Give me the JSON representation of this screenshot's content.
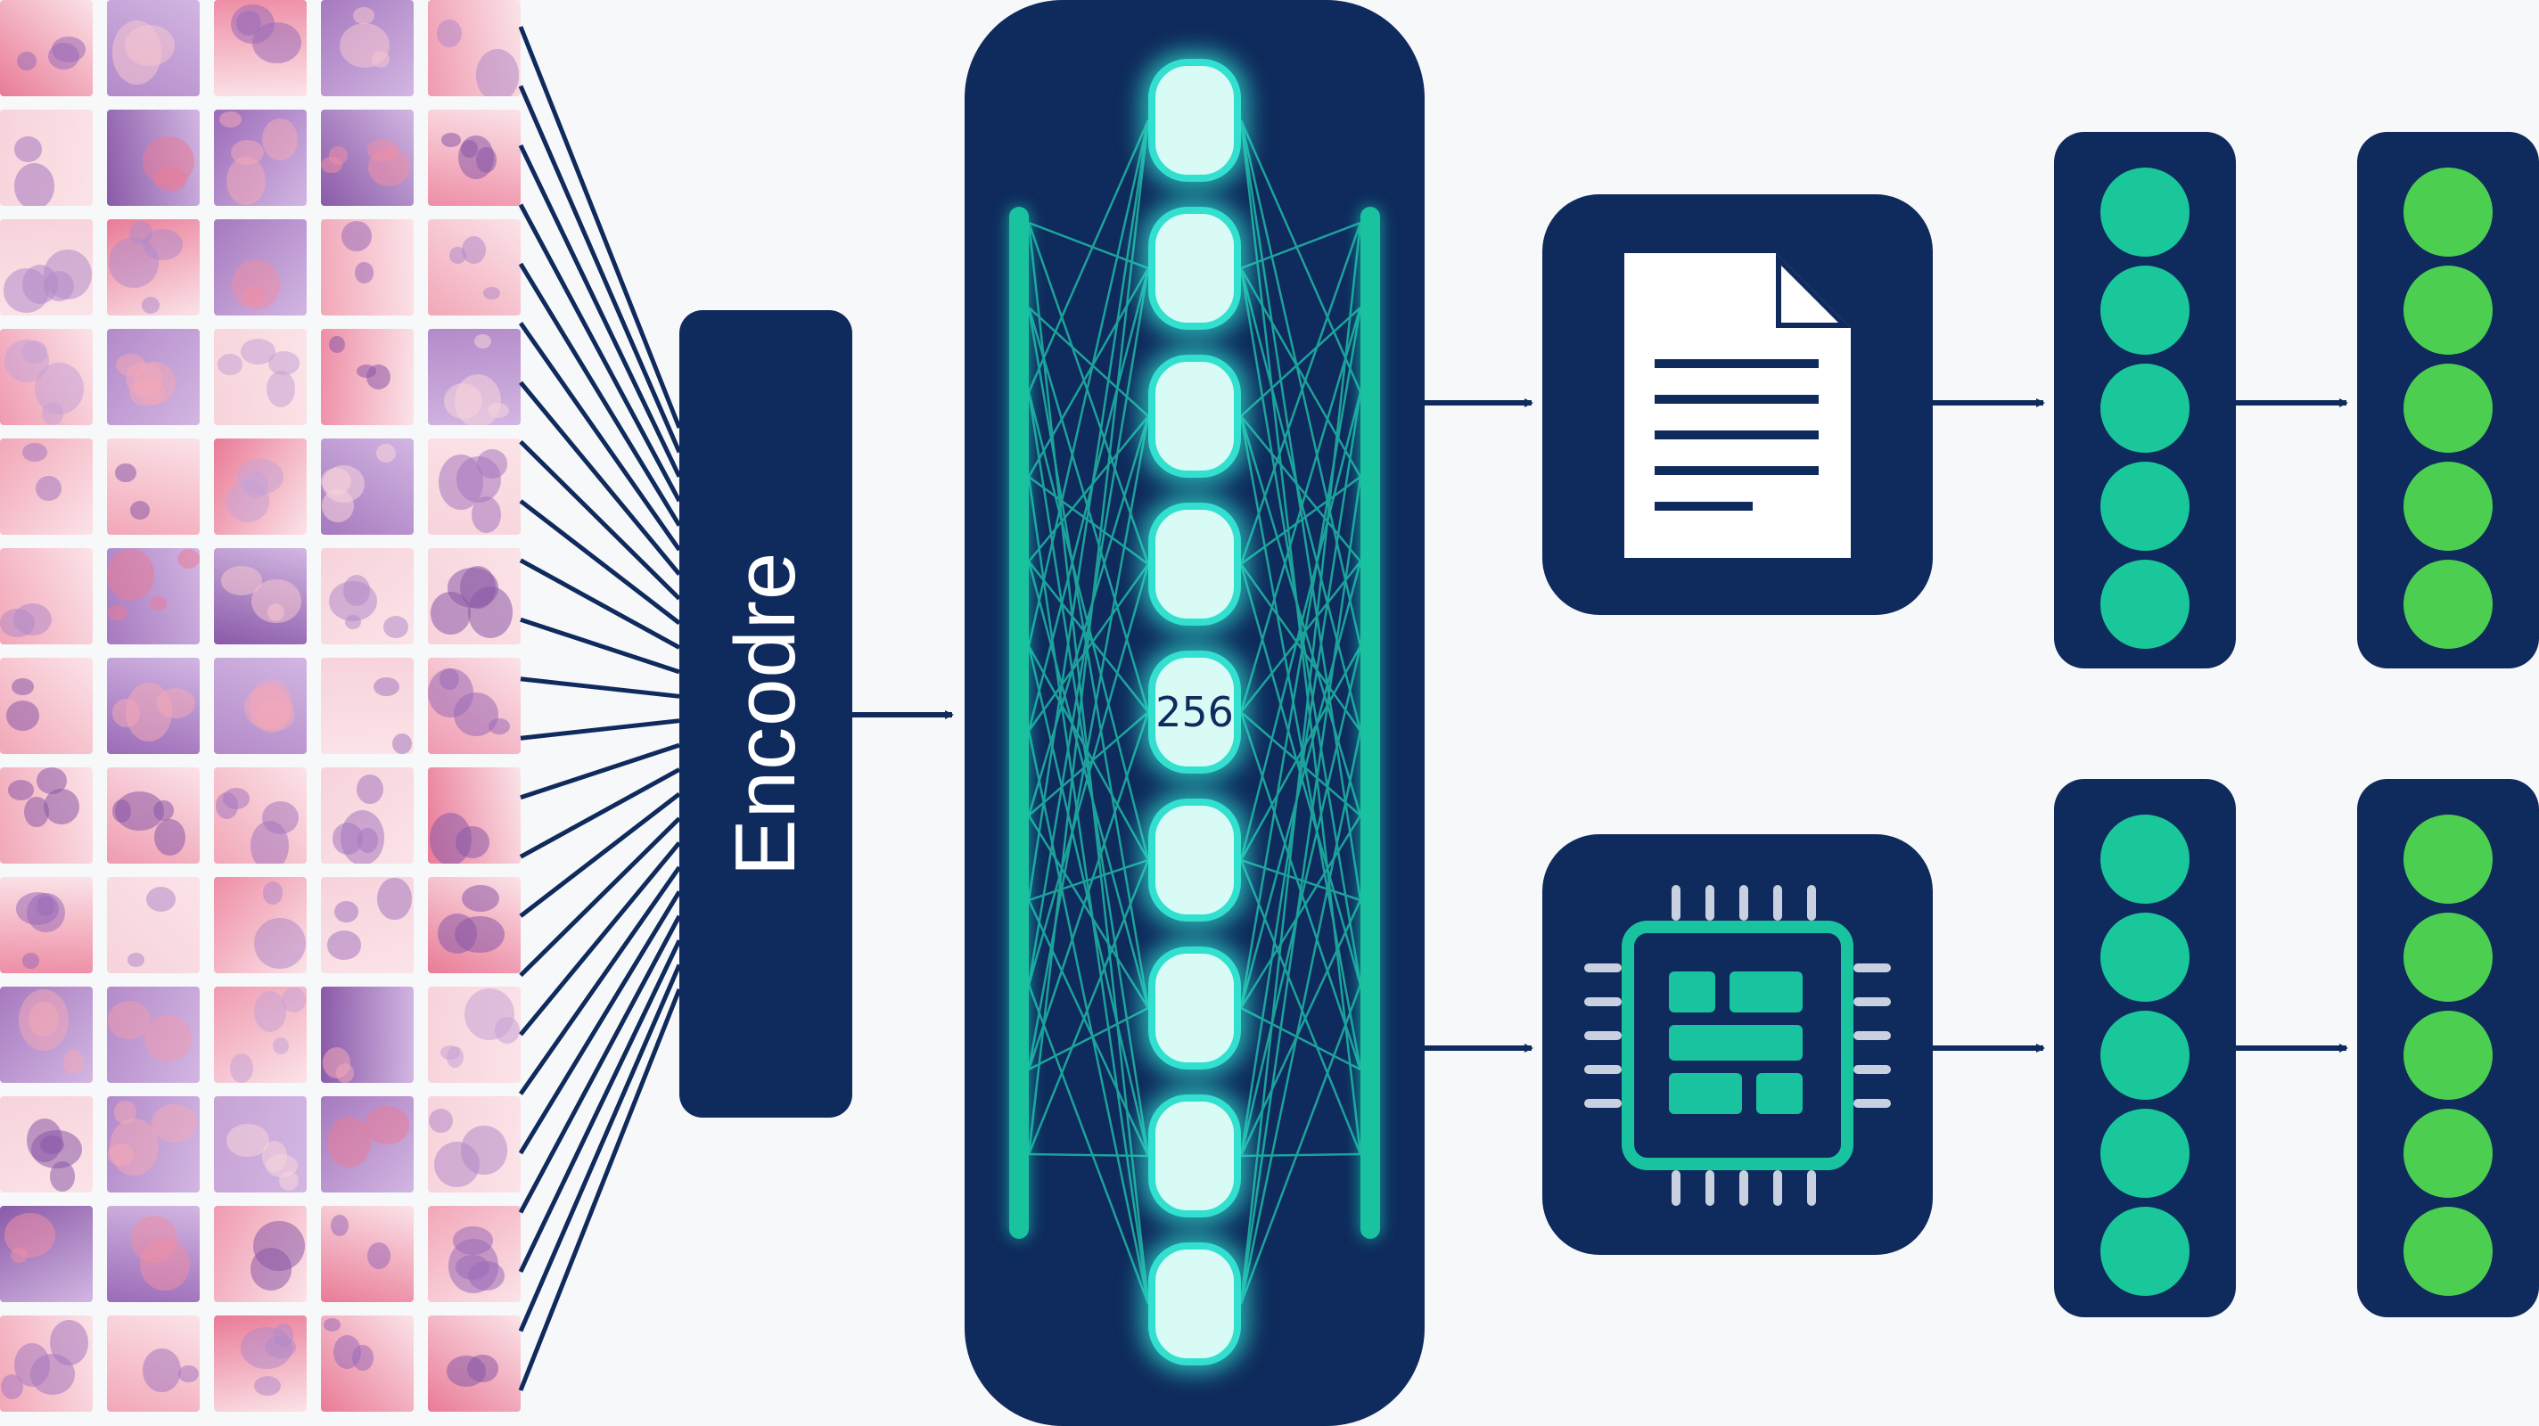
{
  "encoder": {
    "label": "Encodre"
  },
  "latent": {
    "node_count": 9,
    "highlight_index": 4,
    "highlight_label": "256"
  },
  "branches": [
    {
      "icon": "document-icon",
      "dot_count": 5
    },
    {
      "icon": "chip-icon",
      "dot_count": 5
    }
  ],
  "colors": {
    "navy": "#0f2a5c",
    "teal": "#19c3a0",
    "glow": "#33e0cf",
    "green": "#37c84a",
    "dot_teal": "#19c79a",
    "dot_green": "#4ccf50"
  }
}
